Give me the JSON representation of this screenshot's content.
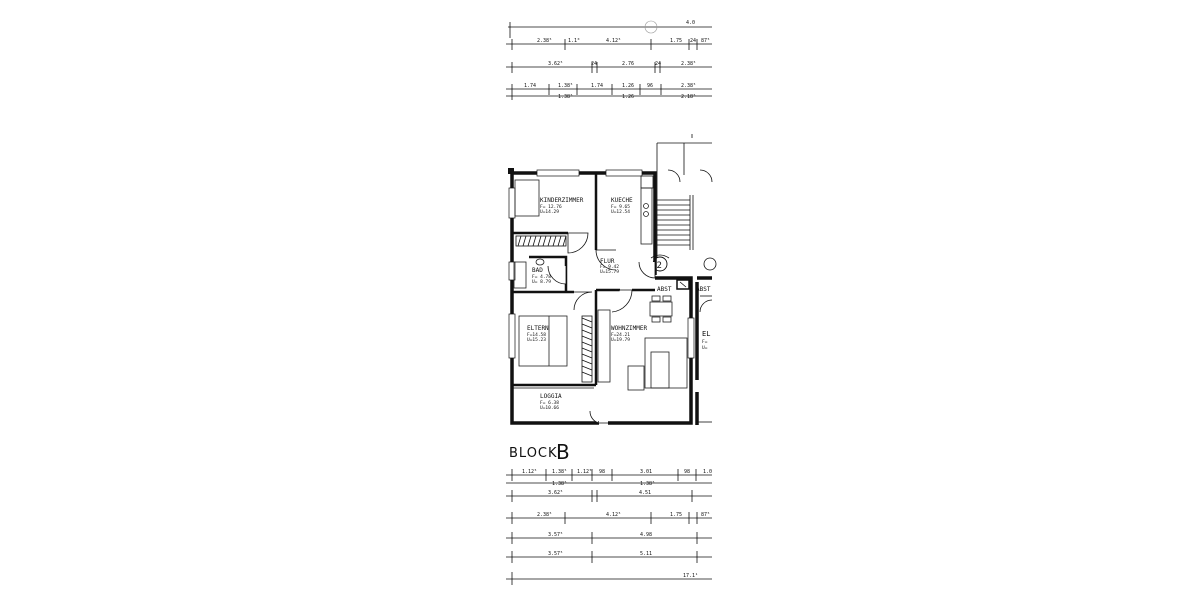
{
  "block": {
    "label": "BLOCK",
    "letter": "B"
  },
  "rooms": [
    {
      "id": "kinderzimmer",
      "name": "KINDERZIMMER",
      "f": "F= 12.76",
      "u": "U=14.29"
    },
    {
      "id": "kueche",
      "name": "KUECHE",
      "f": "F= 9.65",
      "u": "U=12.54"
    },
    {
      "id": "flur",
      "name": "FLUR",
      "f": "F= 9.42",
      "u": "U=15.79"
    },
    {
      "id": "bad",
      "name": "BAD",
      "f": "F= 4.78",
      "u": "U= 8.79"
    },
    {
      "id": "eltern",
      "name": "ELTERN",
      "f": "F=14.58",
      "u": "U=15.23"
    },
    {
      "id": "wohnzimmer",
      "name": "WOHNZIMMER",
      "f": "F=24.21",
      "u": "U=19.79"
    },
    {
      "id": "loggia",
      "name": "LOGGIA",
      "f": "F= 6.38",
      "u": "U=10.66"
    }
  ],
  "labels": {
    "abst_left": "ABST",
    "abst_right": "ABST",
    "stair_number": "2",
    "neighbor_partial": "EL"
  },
  "dims_top": {
    "row0": [
      "4.0"
    ],
    "row1": [
      "2.38⁵",
      "1.1⁰",
      "4.12⁵",
      "1.75",
      "24",
      "87⁵"
    ],
    "row2": [
      "3.62⁵",
      "24",
      "2.76",
      "24",
      "2.38⁵"
    ],
    "row3": [
      "1.74",
      "1.38⁵",
      "1.74",
      "1.26",
      "96",
      "2.38⁵"
    ],
    "row4": [
      "1.38⁵",
      "1.26",
      "2.18⁵"
    ]
  },
  "dims_bottom": {
    "row1": [
      "1.12⁵",
      "1.38⁵",
      "1.12⁵",
      "98",
      "3.01",
      "98",
      "1.0"
    ],
    "row1_sub": [
      "1.38⁵",
      "1.38⁵"
    ],
    "row2": [
      "3.62⁵",
      "4.51"
    ],
    "row3": [
      "2.38⁵",
      "4.12⁵",
      "1.75",
      "87⁵"
    ],
    "row4": [
      "3.57⁵",
      "4.98"
    ],
    "row5": [
      "3.57⁵",
      "5.11"
    ],
    "row6": [
      "17.1¹"
    ]
  }
}
